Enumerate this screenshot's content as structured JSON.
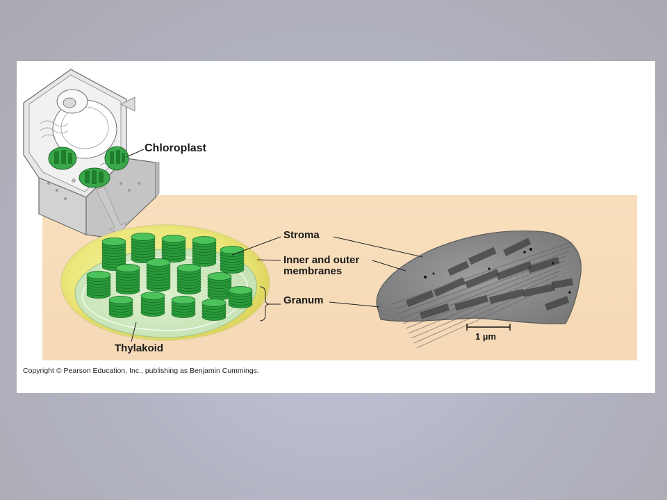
{
  "labels": {
    "chloroplast": "Chloroplast",
    "stroma": "Stroma",
    "membranes_line1": "Inner and outer",
    "membranes_line2": "membranes",
    "granum": "Granum",
    "thylakoid": "Thylakoid",
    "scale_bar": "1 µm"
  },
  "copyright": "Copyright © Pearson Education, Inc., publishing as Benjamin Cummings.",
  "colors": {
    "background": "#adaeb8",
    "slide": "#ffffff",
    "panel": "#f6d9b7",
    "granum_green": "#2a9a3a",
    "envelope_yellow": "#e7e86e",
    "micrograph": "#8c8c8c"
  },
  "icons": {
    "plant_cell": "plant-cell-illustration",
    "chloroplast_3d": "chloroplast-cutaway-illustration",
    "micrograph": "chloroplast-electron-micrograph"
  }
}
